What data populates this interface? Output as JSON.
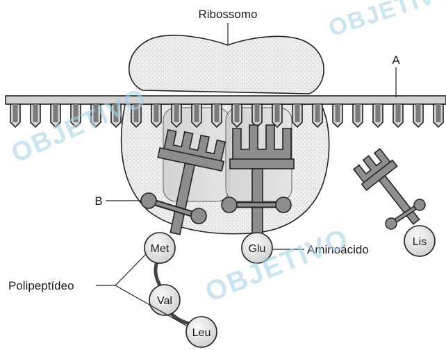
{
  "labels": {
    "ribosome": "Ribossomo",
    "mrna": "A",
    "trna_marker": "B",
    "amino_acid": "Aminoácido",
    "polypeptide": "Polipeptídeo"
  },
  "amino_acids": {
    "met": "Met",
    "val": "Val",
    "leu": "Leu",
    "glu": "Glu",
    "lis": "Lis"
  },
  "watermark": "OBJETIVO",
  "colors": {
    "ribosome_fill": "#efefef",
    "site_fill": "#d9d9d9",
    "trna_outline": "#333333",
    "trna_fill": "#8e8e8e",
    "mrna_fill": "#d4d4d4",
    "amino_acid_fill": "#e8e8e8",
    "watermark": "#a9d3ea"
  }
}
